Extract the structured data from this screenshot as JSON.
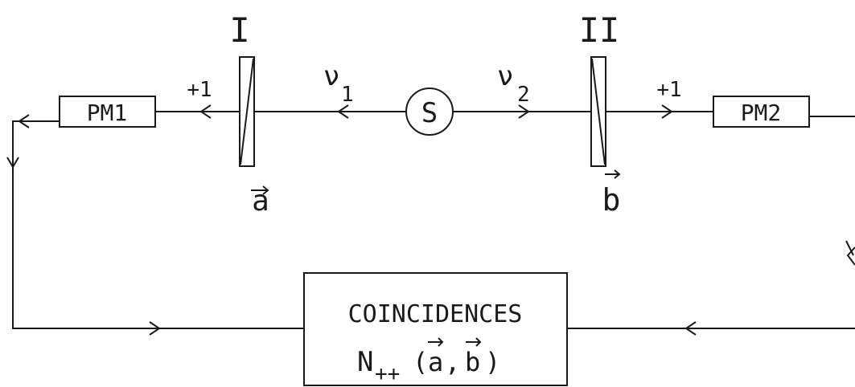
{
  "polarizer_1": {
    "label": "I",
    "vector": "a",
    "output": "+1"
  },
  "polarizer_2": {
    "label": "II",
    "vector": "b",
    "output": "+1"
  },
  "source": {
    "label": "S"
  },
  "photon_1": {
    "symbol": "ν",
    "index": "1"
  },
  "photon_2": {
    "symbol": "ν",
    "index": "2"
  },
  "detector_1": {
    "label": "PM1"
  },
  "detector_2": {
    "label": "PM2"
  },
  "coincidence": {
    "title": "COINCIDENCES",
    "formula_main": "N",
    "formula_sub": "++",
    "formula_open": "(",
    "formula_a": "a",
    "formula_comma": ",",
    "formula_b": "b",
    "formula_close": ")"
  },
  "colors": {
    "ink": "#1a1a1a",
    "background": "#ffffff"
  }
}
